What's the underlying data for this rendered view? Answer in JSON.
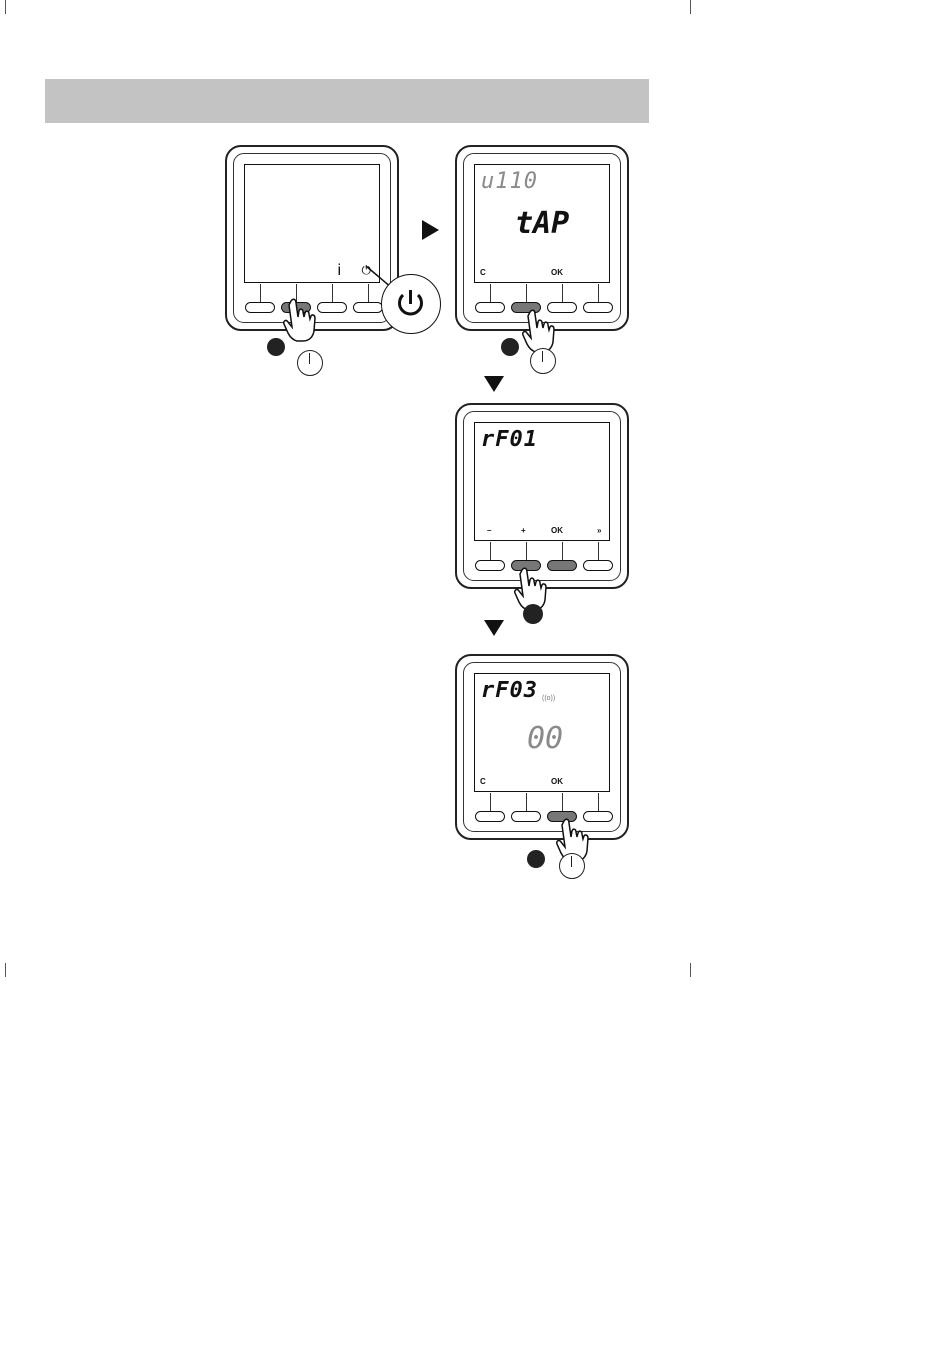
{
  "devices": [
    {
      "id": "step-1",
      "top_display": "",
      "main_display": "",
      "value_display": "",
      "soft_keys": [],
      "info_label": "i",
      "power_label": "⏻",
      "pressed": [
        1
      ],
      "badge": true,
      "timer": true
    },
    {
      "id": "step-2",
      "top_display": "u110",
      "main_display": "tAP",
      "value_display": "",
      "soft_keys": [
        "C",
        "OK"
      ],
      "pressed": [
        1
      ],
      "badge": true,
      "timer": true
    },
    {
      "id": "step-3",
      "top_display": "rF01",
      "main_display": "",
      "value_display": "",
      "soft_keys": [
        "–",
        "+",
        "OK",
        "»"
      ],
      "pressed": [
        1,
        2
      ],
      "badge": true,
      "timer": false
    },
    {
      "id": "step-4",
      "top_display": "rF03",
      "main_display": "",
      "value_display": "00",
      "signal_icon": "((o))",
      "soft_keys": [
        "C",
        "OK"
      ],
      "pressed": [
        2
      ],
      "badge": true,
      "timer": true
    }
  ],
  "icons": {
    "arrow_right": "arrow-right-icon",
    "arrow_down": "arrow-down-icon",
    "hand": "pointing-hand-icon",
    "timer": "clock-timer-icon",
    "power": "power-icon"
  },
  "colors": {
    "banner": "#c3c3c3",
    "pressed_button": "#777777",
    "dim_segment": "#8a8a8a"
  }
}
